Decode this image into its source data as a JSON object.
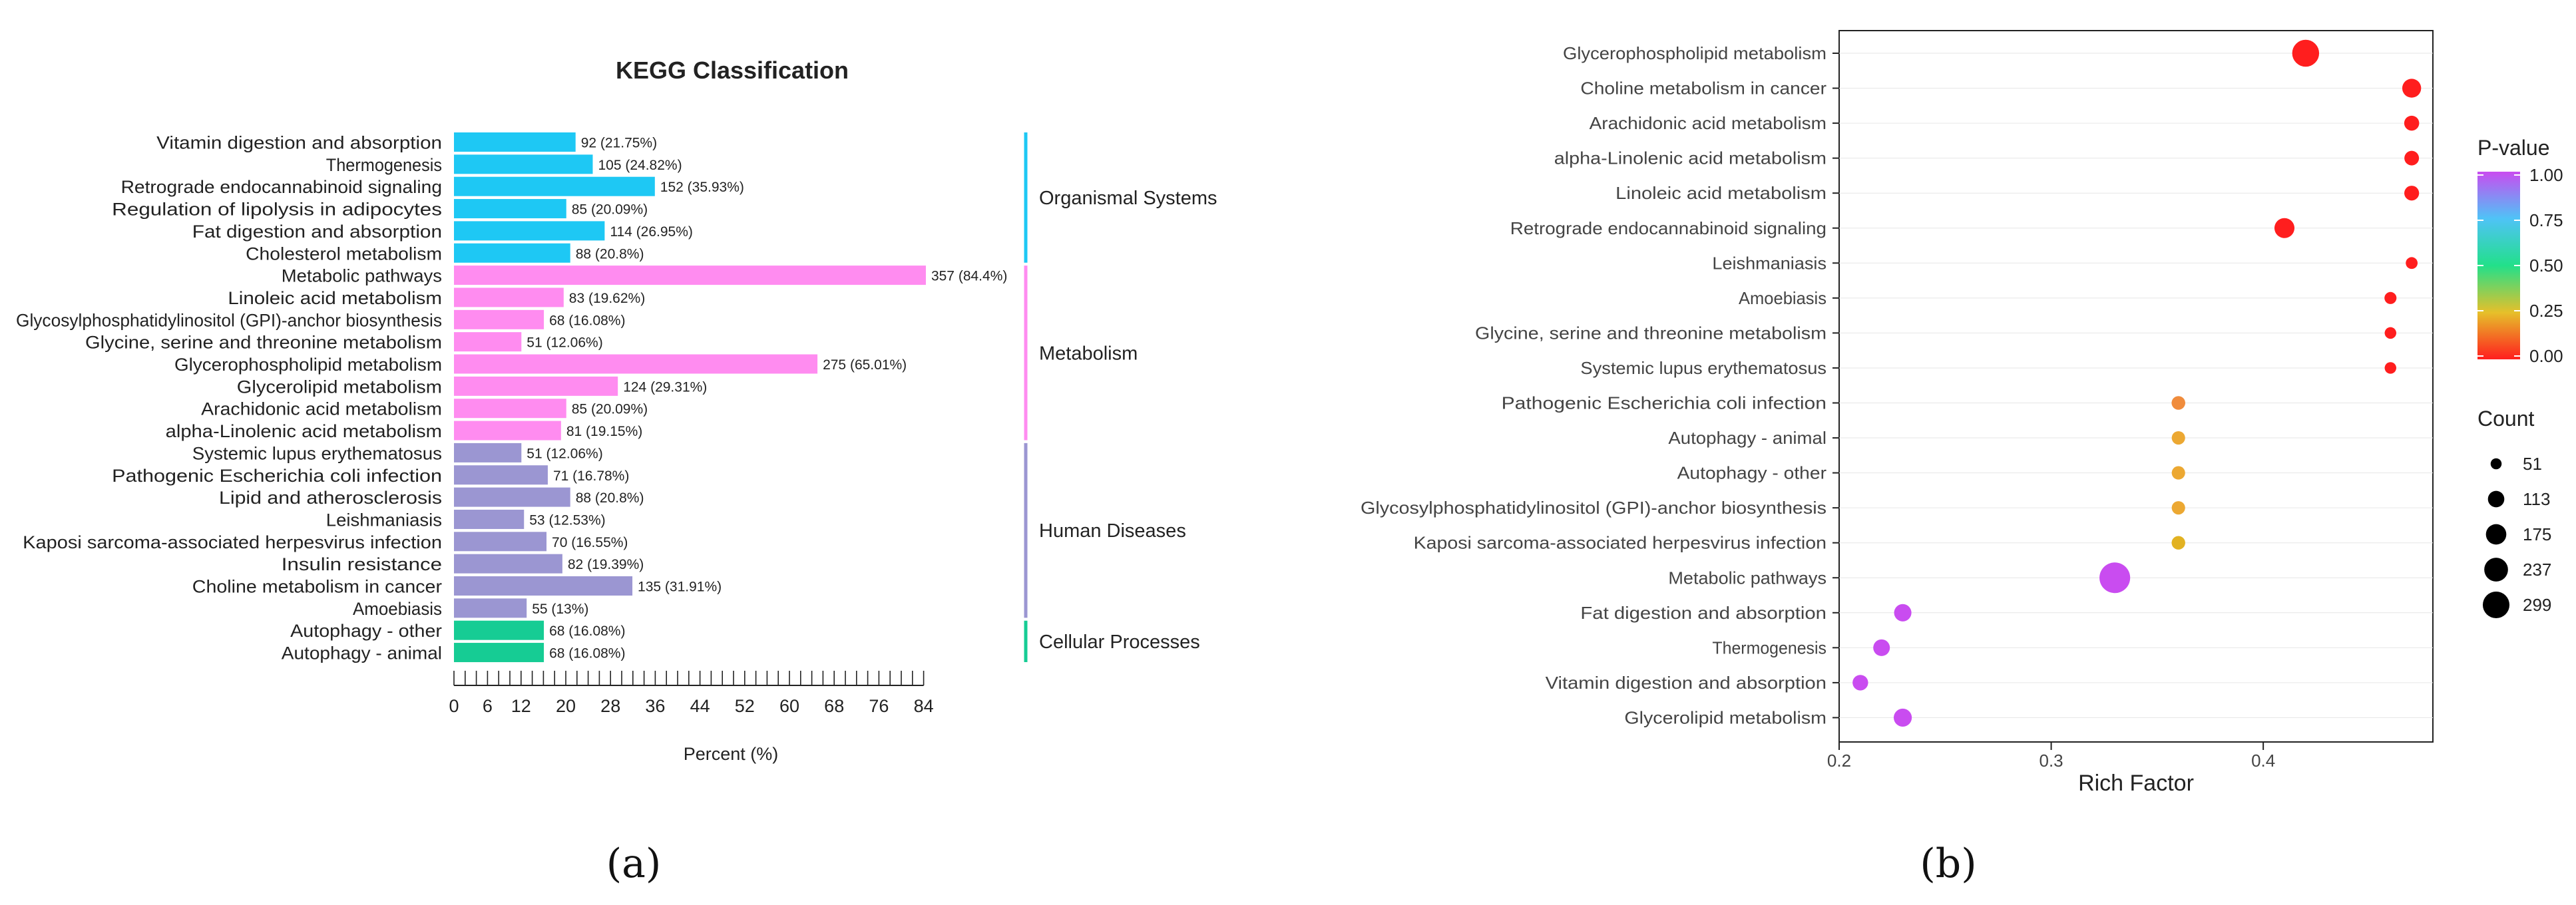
{
  "chart_data": [
    {
      "type": "bar",
      "orientation": "horizontal",
      "title": "KEGG Classification",
      "xlabel": "Percent (%)",
      "xlim": [
        0,
        84
      ],
      "xticks": [
        0,
        6,
        12,
        20,
        28,
        36,
        44,
        52,
        60,
        68,
        76,
        84
      ],
      "panel_label": "(a)",
      "groups": [
        {
          "name": "Organismal Systems",
          "color": "#1ec8f4"
        },
        {
          "name": "Metabolism",
          "color": "#ff8cf0"
        },
        {
          "name": "Human Diseases",
          "color": "#9b96d2"
        },
        {
          "name": "Cellular Processes",
          "color": "#16cc94"
        }
      ],
      "bars": [
        {
          "label": "Vitamin digestion and absorption",
          "count": 92,
          "percent": 21.75,
          "annotation": "92 (21.75%)",
          "group": 0
        },
        {
          "label": "Thermogenesis",
          "count": 105,
          "percent": 24.82,
          "annotation": "105 (24.82%)",
          "group": 0
        },
        {
          "label": "Retrograde endocannabinoid signaling",
          "count": 152,
          "percent": 35.93,
          "annotation": "152 (35.93%)",
          "group": 0
        },
        {
          "label": "Regulation of lipolysis in adipocytes",
          "count": 85,
          "percent": 20.09,
          "annotation": "85 (20.09%)",
          "group": 0
        },
        {
          "label": "Fat digestion and absorption",
          "count": 114,
          "percent": 26.95,
          "annotation": "114 (26.95%)",
          "group": 0
        },
        {
          "label": "Cholesterol metabolism",
          "count": 88,
          "percent": 20.8,
          "annotation": "88 (20.8%)",
          "group": 0
        },
        {
          "label": "Metabolic pathways",
          "count": 357,
          "percent": 84.4,
          "annotation": "357 (84.4%)",
          "group": 1
        },
        {
          "label": "Linoleic acid metabolism",
          "count": 83,
          "percent": 19.62,
          "annotation": "83 (19.62%)",
          "group": 1
        },
        {
          "label": "Glycosylphosphatidylinositol (GPI)-anchor biosynthesis",
          "count": 68,
          "percent": 16.08,
          "annotation": "68 (16.08%)",
          "group": 1
        },
        {
          "label": "Glycine, serine and threonine metabolism",
          "count": 51,
          "percent": 12.06,
          "annotation": "51 (12.06%)",
          "group": 1
        },
        {
          "label": "Glycerophospholipid metabolism",
          "count": 275,
          "percent": 65.01,
          "annotation": "275 (65.01%)",
          "group": 1
        },
        {
          "label": "Glycerolipid metabolism",
          "count": 124,
          "percent": 29.31,
          "annotation": "124 (29.31%)",
          "group": 1
        },
        {
          "label": "Arachidonic acid metabolism",
          "count": 85,
          "percent": 20.09,
          "annotation": "85 (20.09%)",
          "group": 1
        },
        {
          "label": "alpha-Linolenic acid metabolism",
          "count": 81,
          "percent": 19.15,
          "annotation": "81 (19.15%)",
          "group": 1
        },
        {
          "label": "Systemic lupus erythematosus",
          "count": 51,
          "percent": 12.06,
          "annotation": "51 (12.06%)",
          "group": 2
        },
        {
          "label": "Pathogenic Escherichia coli infection",
          "count": 71,
          "percent": 16.78,
          "annotation": "71 (16.78%)",
          "group": 2
        },
        {
          "label": "Lipid and atherosclerosis",
          "count": 88,
          "percent": 20.8,
          "annotation": "88 (20.8%)",
          "group": 2
        },
        {
          "label": "Leishmaniasis",
          "count": 53,
          "percent": 12.53,
          "annotation": "53 (12.53%)",
          "group": 2
        },
        {
          "label": "Kaposi sarcoma-associated herpesvirus infection",
          "count": 70,
          "percent": 16.55,
          "annotation": "70 (16.55%)",
          "group": 2
        },
        {
          "label": "Insulin resistance",
          "count": 82,
          "percent": 19.39,
          "annotation": "82 (19.39%)",
          "group": 2
        },
        {
          "label": "Choline metabolism in cancer",
          "count": 135,
          "percent": 31.91,
          "annotation": "135 (31.91%)",
          "group": 2
        },
        {
          "label": "Amoebiasis",
          "count": 55,
          "percent": 13,
          "annotation": "55 (13%)",
          "group": 2
        },
        {
          "label": "Autophagy - other",
          "count": 68,
          "percent": 16.08,
          "annotation": "68 (16.08%)",
          "group": 3
        },
        {
          "label": "Autophagy - animal",
          "count": 68,
          "percent": 16.08,
          "annotation": "68 (16.08%)",
          "group": 3
        }
      ]
    },
    {
      "type": "scatter",
      "subtype": "bubble",
      "xlabel": "Rich Factor",
      "xlim": [
        0.2,
        0.48
      ],
      "xticks": [
        0.2,
        0.3,
        0.4
      ],
      "panel_label": "(b)",
      "color_legend": {
        "title": "P-value",
        "ticks": [
          "1.00",
          "0.75",
          "0.50",
          "0.25",
          "0.00"
        ],
        "gradient": [
          "#c94cf0",
          "#4fc3f7",
          "#22e08a",
          "#e6c02a",
          "#ff1e1e"
        ]
      },
      "size_legend": {
        "title": "Count",
        "values": [
          51,
          113,
          175,
          237,
          299
        ]
      },
      "points": [
        {
          "term": "Glycerophospholipid metabolism",
          "rich_factor": 0.42,
          "count": 275,
          "color": "#ff1e1e"
        },
        {
          "term": "Choline metabolism in cancer",
          "rich_factor": 0.47,
          "count": 135,
          "color": "#ff1e1e"
        },
        {
          "term": "Arachidonic acid metabolism",
          "rich_factor": 0.47,
          "count": 85,
          "color": "#ff1e1e"
        },
        {
          "term": "alpha-Linolenic acid metabolism",
          "rich_factor": 0.47,
          "count": 81,
          "color": "#ff1e1e"
        },
        {
          "term": "Linoleic acid metabolism",
          "rich_factor": 0.47,
          "count": 83,
          "color": "#ff1e1e"
        },
        {
          "term": "Retrograde endocannabinoid signaling",
          "rich_factor": 0.41,
          "count": 152,
          "color": "#ff1e1e"
        },
        {
          "term": "Leishmaniasis",
          "rich_factor": 0.47,
          "count": 53,
          "color": "#ff1e1e"
        },
        {
          "term": "Amoebiasis",
          "rich_factor": 0.46,
          "count": 55,
          "color": "#ff1e1e"
        },
        {
          "term": "Glycine, serine and threonine metabolism",
          "rich_factor": 0.46,
          "count": 51,
          "color": "#ff1e1e"
        },
        {
          "term": "Systemic lupus erythematosus",
          "rich_factor": 0.46,
          "count": 51,
          "color": "#ff1e1e"
        },
        {
          "term": "Pathogenic Escherichia coli infection",
          "rich_factor": 0.36,
          "count": 71,
          "color": "#f08c3c"
        },
        {
          "term": "Autophagy - animal",
          "rich_factor": 0.36,
          "count": 68,
          "color": "#eca832"
        },
        {
          "term": "Autophagy - other",
          "rich_factor": 0.36,
          "count": 68,
          "color": "#eca832"
        },
        {
          "term": "Glycosylphosphatidylinositol (GPI)-anchor biosynthesis",
          "rich_factor": 0.36,
          "count": 68,
          "color": "#eca832"
        },
        {
          "term": "Kaposi sarcoma-associated herpesvirus infection",
          "rich_factor": 0.36,
          "count": 70,
          "color": "#e2b222"
        },
        {
          "term": "Metabolic pathways",
          "rich_factor": 0.33,
          "count": 357,
          "color": "#c94cf0"
        },
        {
          "term": "Fat digestion and absorption",
          "rich_factor": 0.23,
          "count": 114,
          "color": "#c94cf0"
        },
        {
          "term": "Thermogenesis",
          "rich_factor": 0.22,
          "count": 105,
          "color": "#c94cf0"
        },
        {
          "term": "Vitamin digestion and absorption",
          "rich_factor": 0.21,
          "count": 92,
          "color": "#c94cf0"
        },
        {
          "term": "Glycerolipid metabolism",
          "rich_factor": 0.23,
          "count": 124,
          "color": "#c94cf0"
        }
      ]
    }
  ]
}
